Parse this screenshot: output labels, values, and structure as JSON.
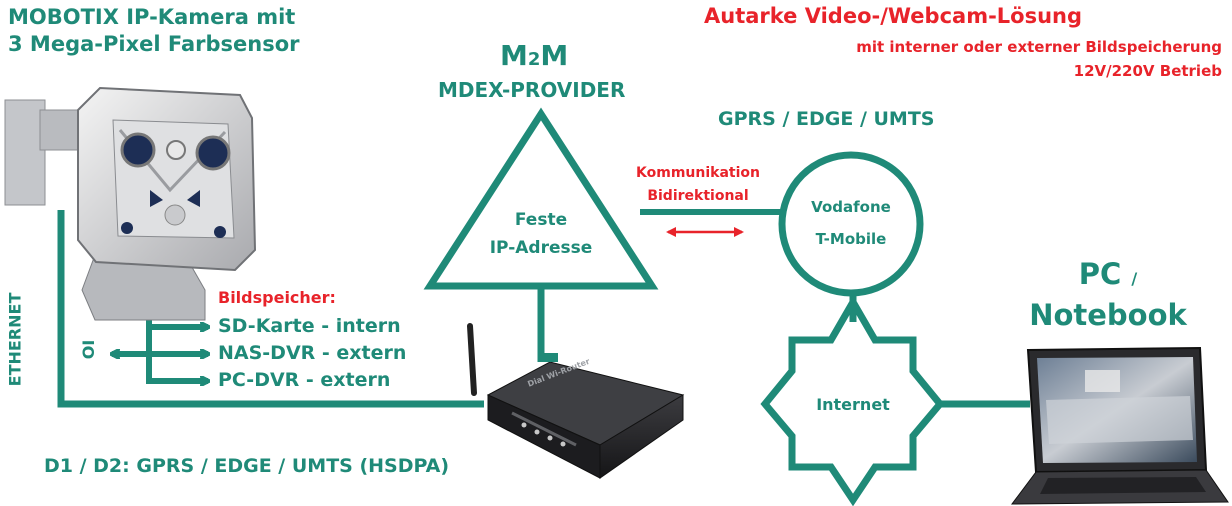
{
  "colors": {
    "teal": "#1f8a78",
    "red": "#e8232a",
    "white": "#ffffff"
  },
  "camera_title": {
    "line1": "MOBOTIX IP-Kamera mit",
    "line2": "3 Mega-Pixel Farbsensor"
  },
  "headline": {
    "title": "Autarke Video-/Webcam-Lösung",
    "sub1": "mit interner oder externer Bildspeicherung",
    "sub2": "12V/220V Betrieb"
  },
  "provider": {
    "m2m_prefix": "M",
    "m2m_number": "2",
    "m2m_suffix": "M",
    "label": "MDEX-PROVIDER",
    "triangle_line1": "Feste",
    "triangle_line2": "IP-Adresse"
  },
  "network": {
    "mobile_label": "GPRS / EDGE / UMTS",
    "comm_line1": "Kommunikation",
    "comm_line2": "Bidirektional",
    "carrier1": "Vodafone",
    "carrier2": "T-Mobile",
    "internet": "Internet"
  },
  "storage": {
    "title": "Bildspeicher:",
    "items": [
      "SD-Karte - intern",
      "NAS-DVR - extern",
      "PC-DVR - extern"
    ]
  },
  "labels": {
    "io": "IO",
    "ethernet": "ETHERNET",
    "router_caption": "D1 / D2: GPRS / EDGE / UMTS (HSDPA)",
    "pc_line1": "PC",
    "pc_slash": "/",
    "pc_line2": "Notebook",
    "router_brand": "Dial Wi-Router"
  },
  "icons": [
    "camera-icon",
    "router-icon",
    "laptop-icon"
  ]
}
